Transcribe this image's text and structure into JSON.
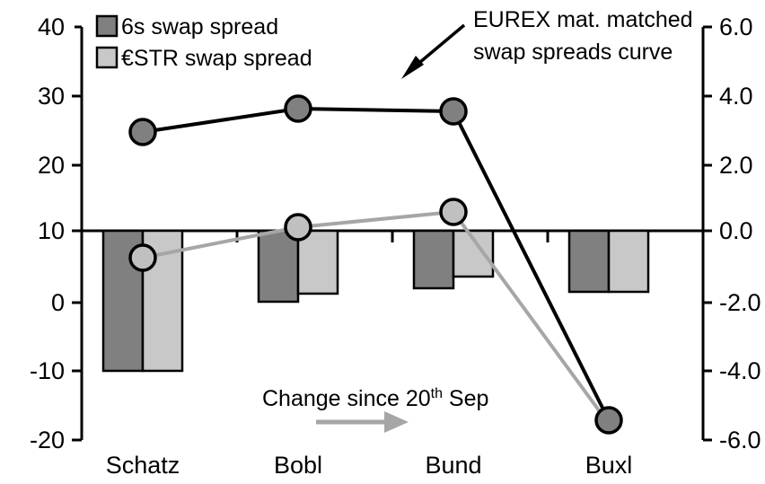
{
  "chart_data": {
    "type": "bar",
    "title": "",
    "xlabel": "",
    "categories": [
      "Schatz",
      "Bobl",
      "Bund",
      "Buxl"
    ],
    "series": [
      {
        "name": "6s swap spread",
        "axis": "left",
        "type": "bar",
        "color": "#808080",
        "values": [
          -10.3,
          0.1,
          2.0,
          1.0
        ]
      },
      {
        "name": "€STR swap spread",
        "axis": "left",
        "type": "bar",
        "color": "#c8c8c8",
        "values": [
          -10.3,
          1.0,
          3.4,
          1.0
        ]
      },
      {
        "name": "EUREX mat. matched swap spreads curve",
        "axis": "left",
        "type": "line",
        "color": "#000000",
        "values": [
          24.6,
          28.0,
          27.4,
          -18.0
        ]
      },
      {
        "name": "Change since 20th Sep",
        "axis": "left",
        "type": "line",
        "color": "#a6a6a6",
        "values": [
          6.1,
          10.5,
          12.8,
          -18.5
        ]
      }
    ],
    "left_axis": {
      "ticks": [
        "40",
        "30",
        "20",
        "10",
        "0",
        "-10",
        "-20"
      ],
      "values": [
        40,
        30,
        20,
        10,
        0,
        -10,
        -20
      ],
      "ylim": [
        -20,
        40
      ],
      "zero_reference": 10
    },
    "right_axis": {
      "ticks": [
        "6.0",
        "4.0",
        "2.0",
        "0.0",
        "-2.0",
        "-4.0",
        "-6.0"
      ],
      "values": [
        6.0,
        4.0,
        2.0,
        0.0,
        -2.0,
        -4.0,
        -6.0
      ],
      "ylim": [
        -6.0,
        6.0
      ],
      "zero_reference": 0.0
    },
    "grid": false,
    "legend_position": "top-left"
  },
  "legend": {
    "items": [
      {
        "label": "6s swap spread",
        "color": "#808080"
      },
      {
        "label": "€STR swap spread",
        "color": "#c8c8c8"
      }
    ]
  },
  "annotations": {
    "curve_note": {
      "line1": "EUREX mat. matched",
      "line2": "swap spreads curve"
    },
    "change_note": {
      "prefix": "Change since 20",
      "superscript": "th",
      "suffix": " Sep"
    }
  },
  "axes": {
    "left_ticks": [
      "40",
      "30",
      "20",
      "10",
      "0",
      "-10",
      "-20"
    ],
    "right_ticks": [
      "6.0",
      "4.0",
      "2.0",
      "0.0",
      "-2.0",
      "-4.0",
      "-6.0"
    ],
    "categories": [
      "Schatz",
      "Bobl",
      "Bund",
      "Buxl"
    ]
  }
}
